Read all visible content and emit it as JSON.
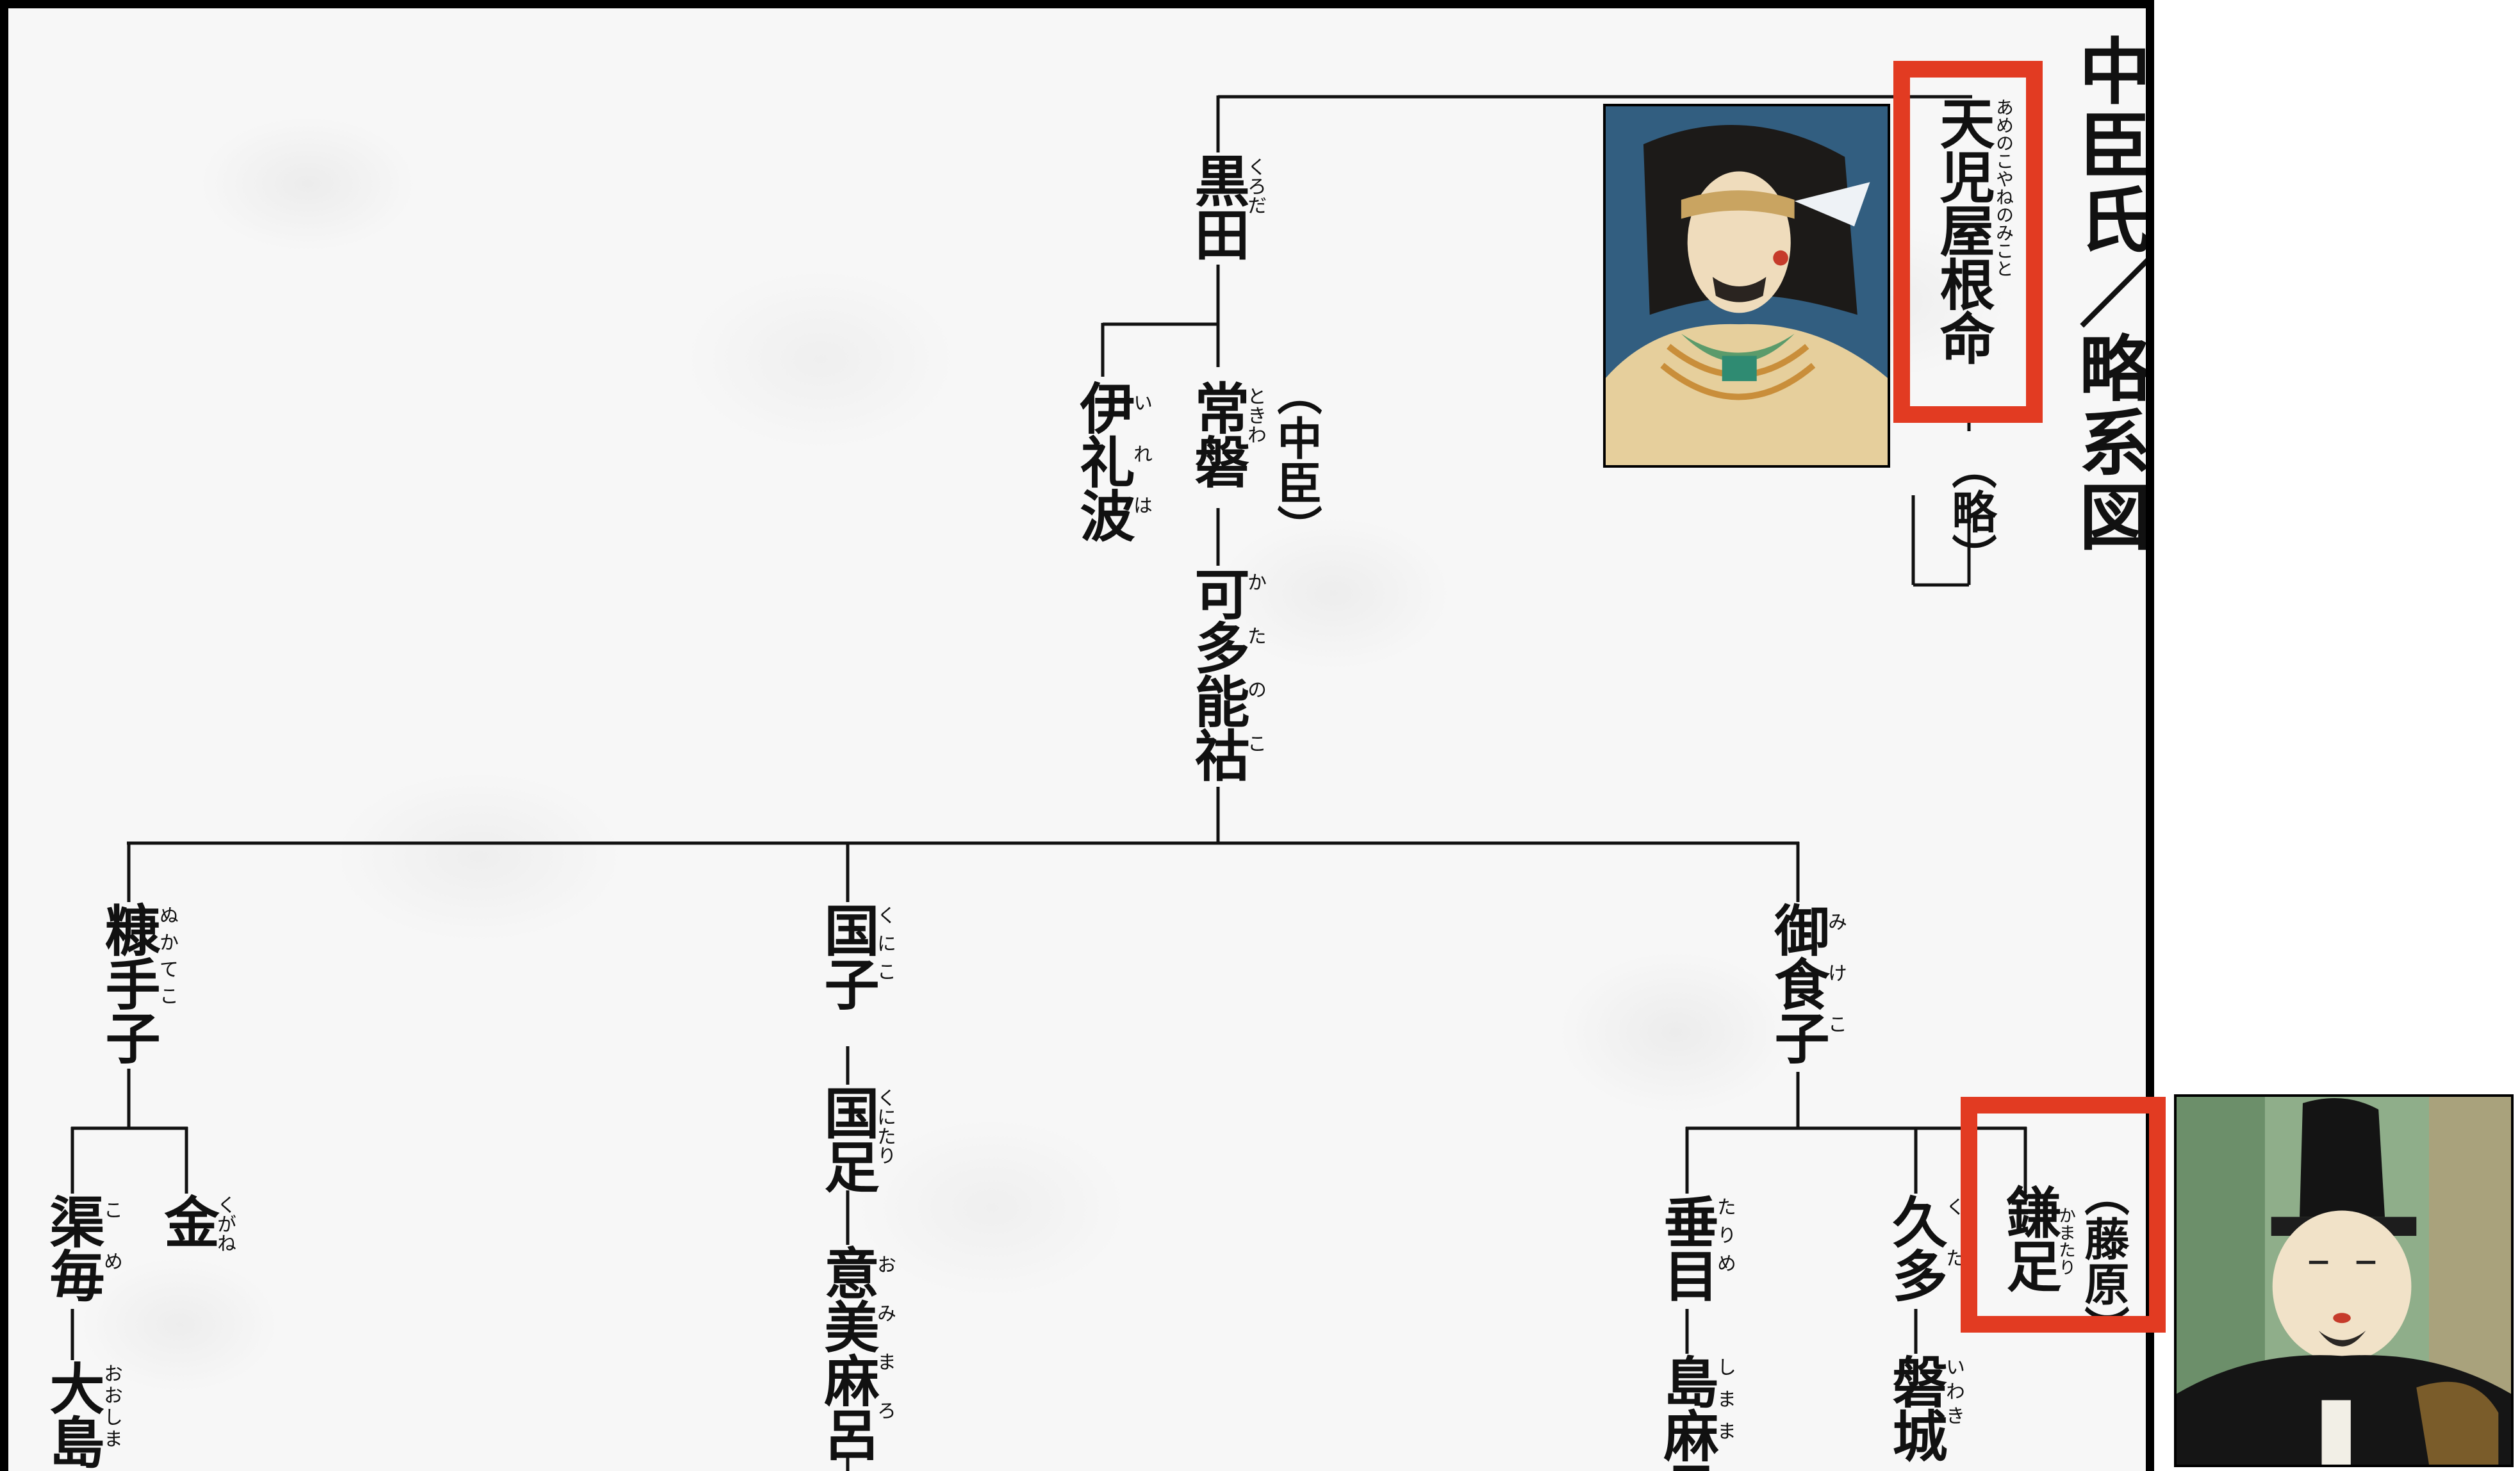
{
  "title": "中臣氏／略系図",
  "ancestor": {
    "name": "天児屋根命",
    "ruby": "あめのこやねのみこと",
    "note": "（略）"
  },
  "nodes": {
    "kuroda": {
      "name": "黒田",
      "ruby": "くろだ"
    },
    "tokiwa": {
      "name": "常磐",
      "ruby": "ときわ",
      "note": "（中臣）"
    },
    "ireha": {
      "name": "伊礼波",
      "ruby": "いれは"
    },
    "katanoko": {
      "name": "可多能祜",
      "ruby": "かたのこ"
    },
    "nukateko": {
      "name": "糠手子",
      "ruby": "ぬかてこ"
    },
    "kuniko": {
      "name": "国子",
      "ruby": "くにこ"
    },
    "mikeko": {
      "name": "御食子",
      "ruby": "みけこ"
    },
    "kunitari": {
      "name": "国足",
      "ruby": "くにたり"
    },
    "omimaro": {
      "name": "意美麻呂",
      "ruby": "おみまろ"
    },
    "kane": {
      "name": "金",
      "ruby": "くがね"
    },
    "kome": {
      "name": "渠毎",
      "ruby": "こめ"
    },
    "oshima": {
      "name": "大島",
      "ruby": "おおしま"
    },
    "tarime": {
      "name": "垂目",
      "ruby": "たりめ"
    },
    "shimamaro": {
      "name": "島麻呂",
      "ruby": "しまま"
    },
    "kuta": {
      "name": "久多",
      "ruby": "くた"
    },
    "iwaki": {
      "name": "磐城",
      "ruby": "いわき"
    },
    "kamatari": {
      "name": "鎌足",
      "ruby": "かまたり",
      "note": "（藤原）"
    }
  },
  "colors": {
    "highlight": "#e23b22",
    "frame": "#000000",
    "background": "#f7f7f7"
  },
  "portraits": [
    "ame-no-koyane-portrait",
    "kamatari-portrait"
  ]
}
